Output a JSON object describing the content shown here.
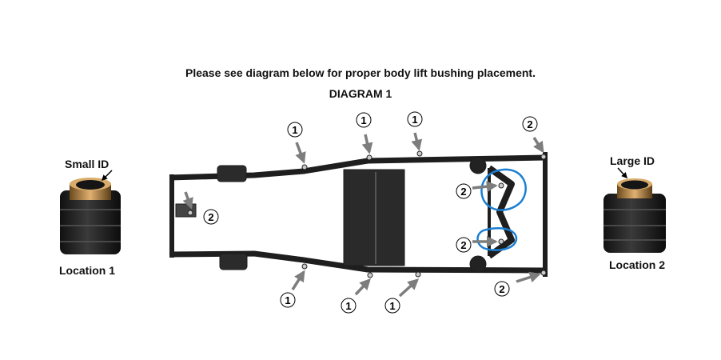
{
  "header": {
    "instruction": "Please see diagram below for proper body lift bushing placement.",
    "diagram_title": "DIAGRAM 1"
  },
  "left_bushing": {
    "id_label": "Small ID",
    "location_label": "Location 1"
  },
  "right_bushing": {
    "id_label": "Large ID",
    "location_label": "Location 2"
  },
  "callouts": {
    "top_1a": "1",
    "top_1b": "1",
    "top_1c": "1",
    "top_2": "2",
    "left_2": "2",
    "mid_2a": "2",
    "mid_2b": "2",
    "bot_1a": "1",
    "bot_1b": "1",
    "bot_1c": "1",
    "bot_2": "2"
  },
  "colors": {
    "frame": "#1e1e1e",
    "arrow": "#7d7d7d",
    "highlight": "#1a7fd4",
    "bushing_band": "#b8843a"
  }
}
